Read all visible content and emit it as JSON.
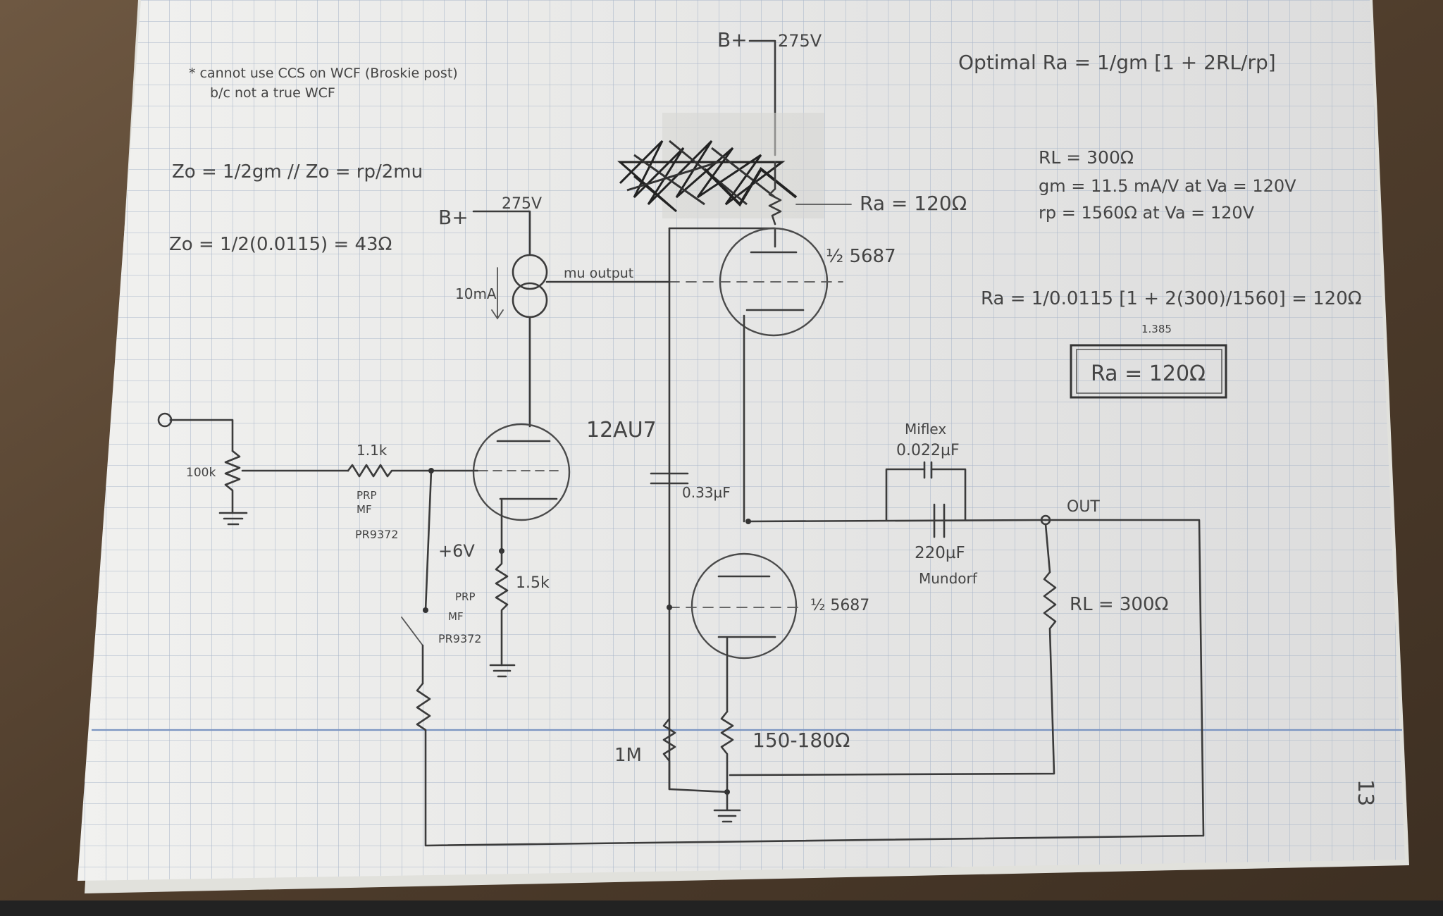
{
  "page": {
    "page_number": "13"
  },
  "notes": {
    "ccs_note_line1": "* cannot use CCS on WCF (Broskie post)",
    "ccs_note_line2": "b/c not a true WCF",
    "zo_formula": "Zo = 1/2gm  // Zo = rp/2mu",
    "zo_value": "Zo = 1/2(0.0115) = 43Ω"
  },
  "equations": {
    "optimal_ra": "Optimal Ra = 1/gm [1 + 2RL/rp]",
    "rl": "RL = 300Ω",
    "gm": "gm = 11.5 mA/V at Va = 120V",
    "rp": "rp = 1560Ω at Va = 120V",
    "ra_calc": "Ra = 1/0.0115 [1 + 2(300)/1560] = 120Ω",
    "ra_sub": "1.385",
    "ra_result": "Ra = 120Ω"
  },
  "components": {
    "bplus_left": "B+",
    "v275_left": "275V",
    "bplus_top": "B+",
    "v275_top": "275V",
    "ccs_current": "10mA",
    "mu_output": "mu output",
    "tube_12au7": "12AU7",
    "pot": "100k",
    "grid_res": "1.1k",
    "grid_res_mfr1": "PRP",
    "grid_res_mfr2": "MF",
    "grid_res_part": "PR9372",
    "cathode_v": "+6V",
    "cathode_res": "1.5k",
    "cath_mfr1": "PRP",
    "cath_mfr2": "MF",
    "cath_part": "PR9372",
    "cap_033": "0.33µF",
    "ra_label": "Ra = 120Ω",
    "tube_5687_top": "½ 5687",
    "tube_5687_bot": "½ 5687",
    "miflex": "Miflex",
    "miflex_val": "0.022µF",
    "out_label": "OUT",
    "cap_220": "220µF",
    "cap_220_brand": "Mundorf",
    "rl_label": "RL = 300Ω",
    "res_1m": "1M",
    "res_cath_bot": "150-180Ω"
  }
}
